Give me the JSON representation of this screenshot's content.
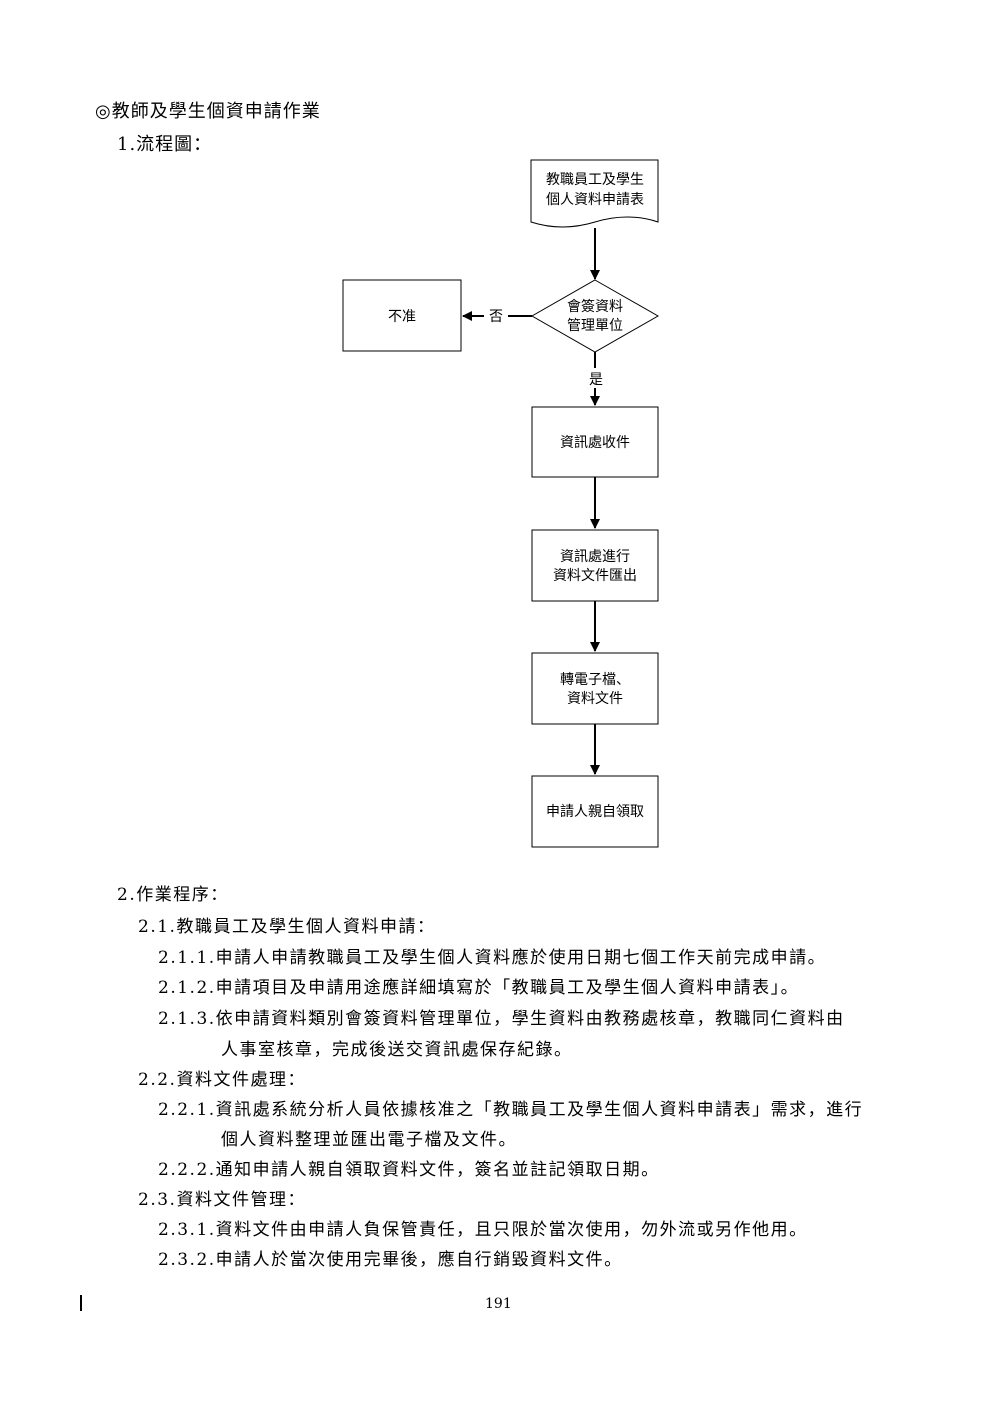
{
  "heading": "◎教師及學生個資申請作業",
  "section1": "1.流程圖：",
  "flowchart": {
    "start_line1": "教職員工及學生",
    "start_line2": "個人資料申請表",
    "decision_line1": "會簽資料",
    "decision_line2": "管理單位",
    "no_label": "否",
    "yes_label": "是",
    "rejected": "不准",
    "step1": "資訊處收件",
    "step2_line1": "資訊處進行",
    "step2_line2": "資料文件匯出",
    "step3_line1": "轉電子檔、",
    "step3_line2": "資料文件",
    "step4": "申請人親自領取"
  },
  "procedures": {
    "title": "2.作業程序：",
    "s21": "2.1.教職員工及學生個人資料申請：",
    "s211": "2.1.1.申請人申請教職員工及學生個人資料應於使用日期七個工作天前完成申請。",
    "s212": "2.1.2.申請項目及申請用途應詳細填寫於「教職員工及學生個人資料申請表」。",
    "s213a": "2.1.3.依申請資料類別會簽資料管理單位，學生資料由教務處核章，教職同仁資料由",
    "s213b": "人事室核章，完成後送交資訊處保存紀錄。",
    "s22": "2.2.資料文件處理：",
    "s221a": "2.2.1.資訊處系統分析人員依據核准之「教職員工及學生個人資料申請表」需求，進行",
    "s221b": "個人資料整理並匯出電子檔及文件。",
    "s222": "2.2.2.通知申請人親自領取資料文件，簽名並註記領取日期。",
    "s23": "2.3.資料文件管理：",
    "s231": "2.3.1.資料文件由申請人負保管責任，且只限於當次使用，勿外流或另作他用。",
    "s232": "2.3.2.申請人於當次使用完畢後，應自行銷毀資料文件。"
  },
  "page_number": "191"
}
